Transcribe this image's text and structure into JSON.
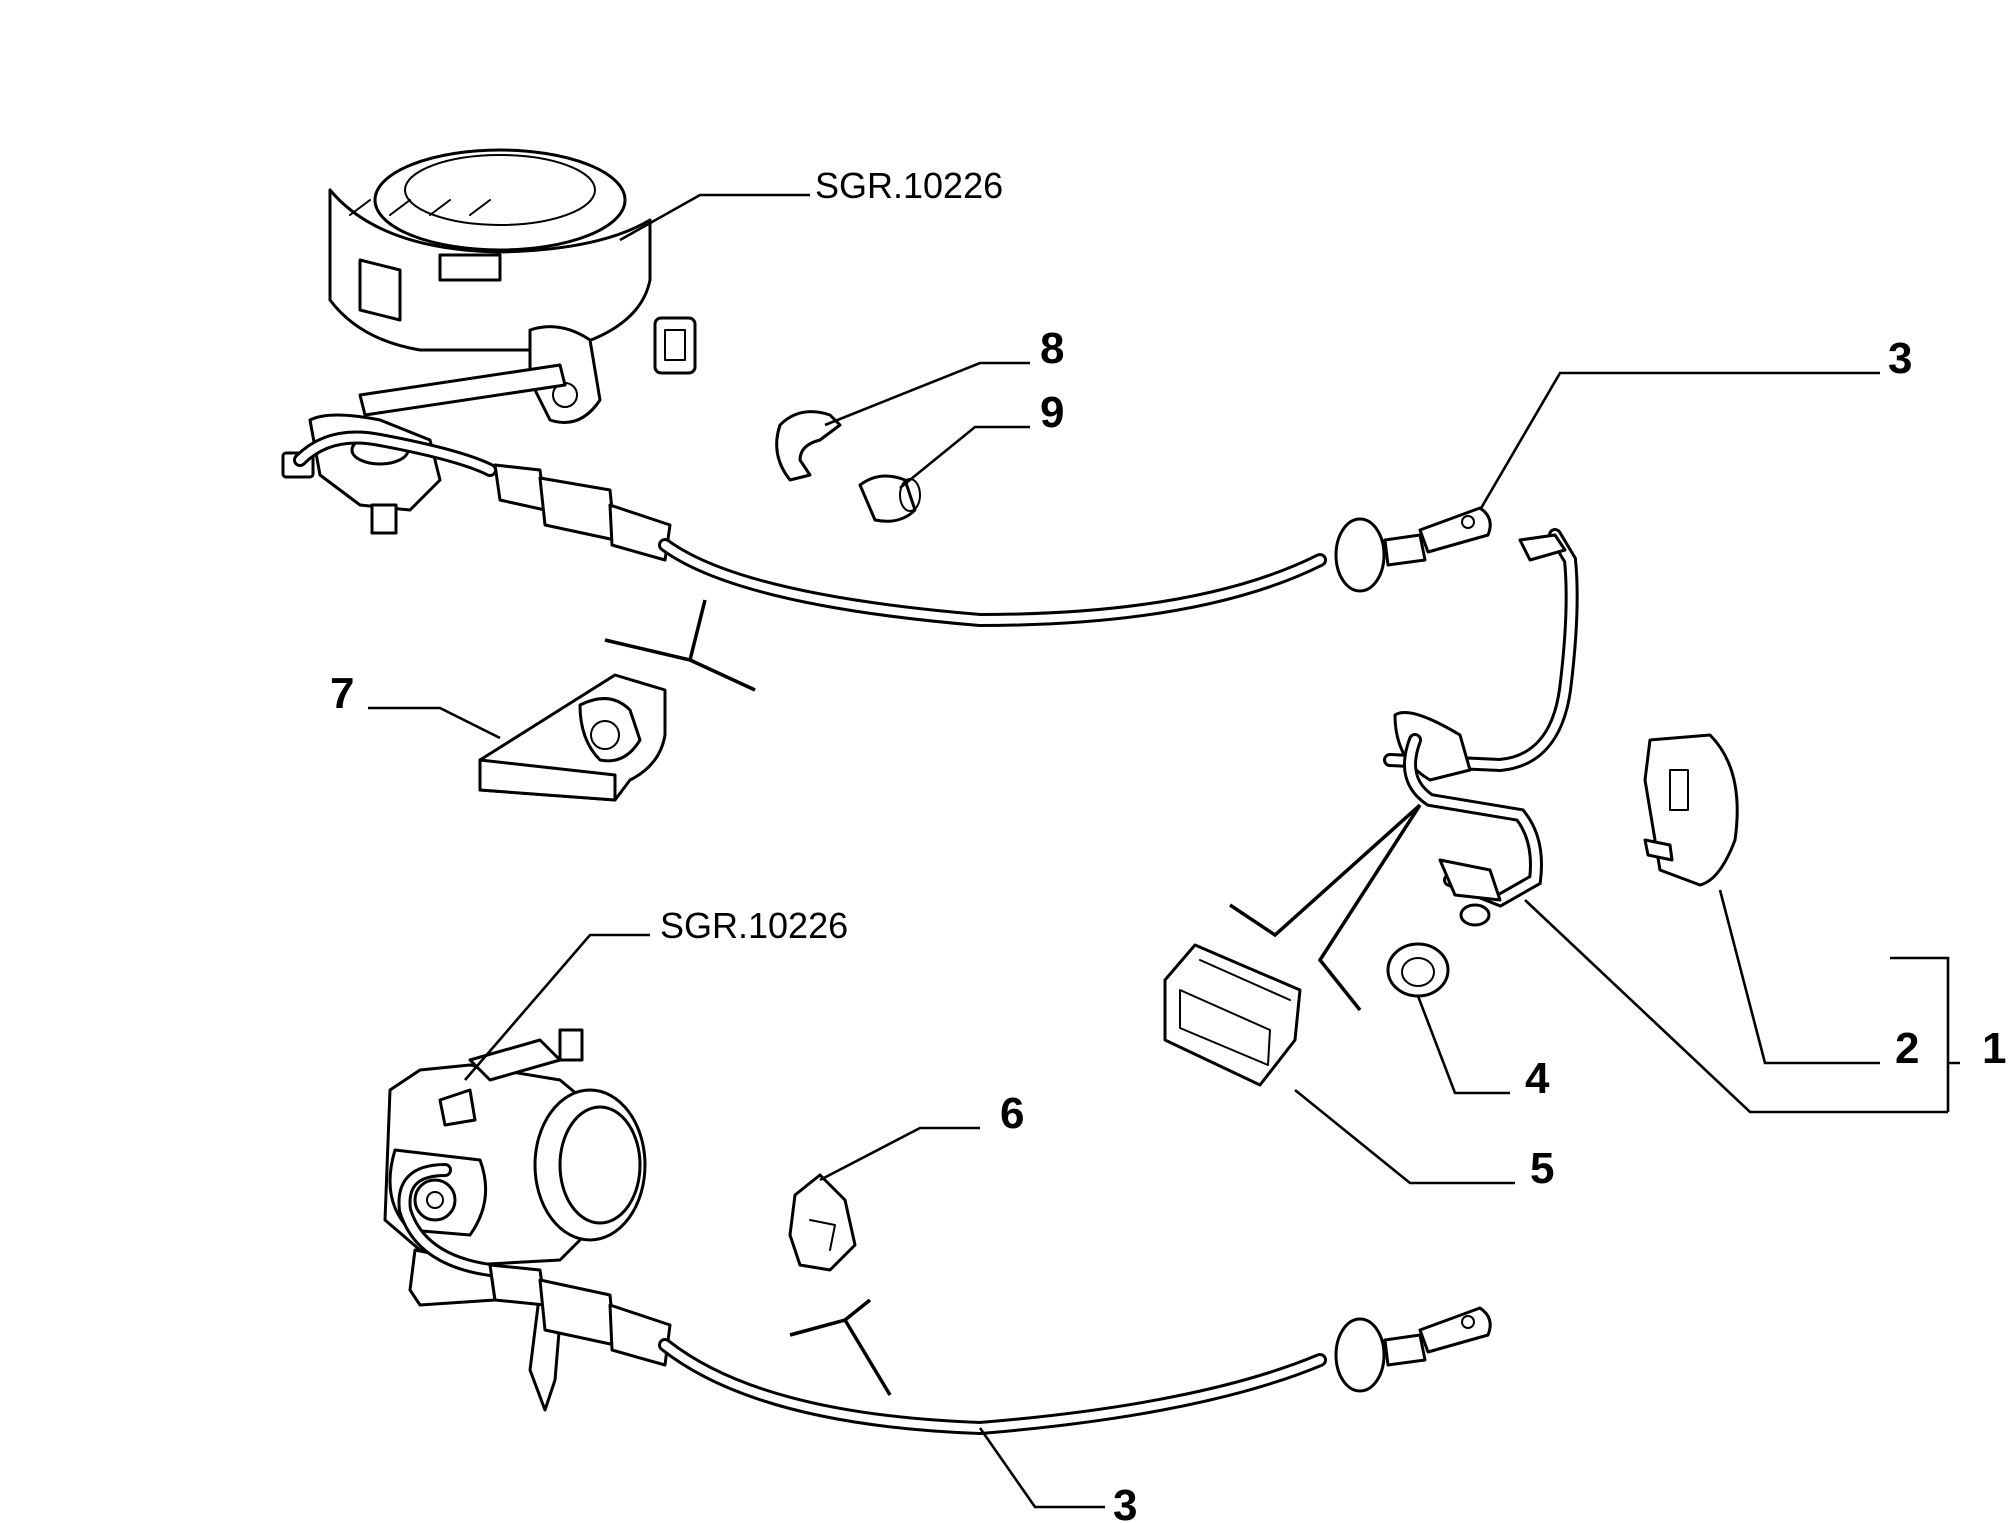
{
  "diagram": {
    "references": {
      "top_assembly": "SGR.10226",
      "bottom_assembly": "SGR.10226"
    },
    "callouts": {
      "c1": "1",
      "c2": "2",
      "c3_top": "3",
      "c3_bottom": "3",
      "c4": "4",
      "c5": "5",
      "c6": "6",
      "c7": "7",
      "c8": "8",
      "c9": "9"
    }
  }
}
